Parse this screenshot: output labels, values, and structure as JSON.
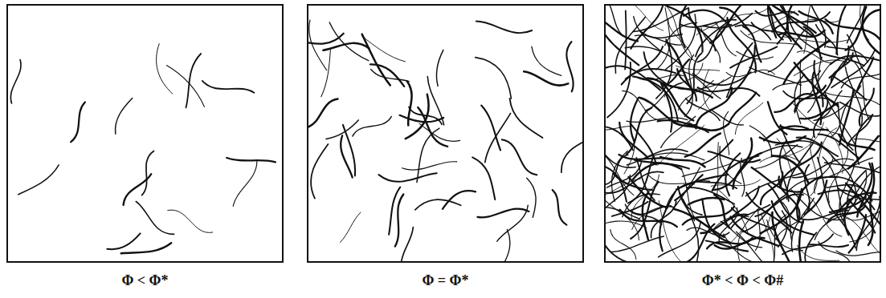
{
  "diagram": {
    "nodes": [
      {
        "text": [
          "Φ < Φ*"
        ]
      },
      {
        "text": [
          "Φ = Φ*"
        ]
      },
      {
        "text": [
          "Φ* < Φ < Φ#"
        ]
      }
    ]
  }
}
